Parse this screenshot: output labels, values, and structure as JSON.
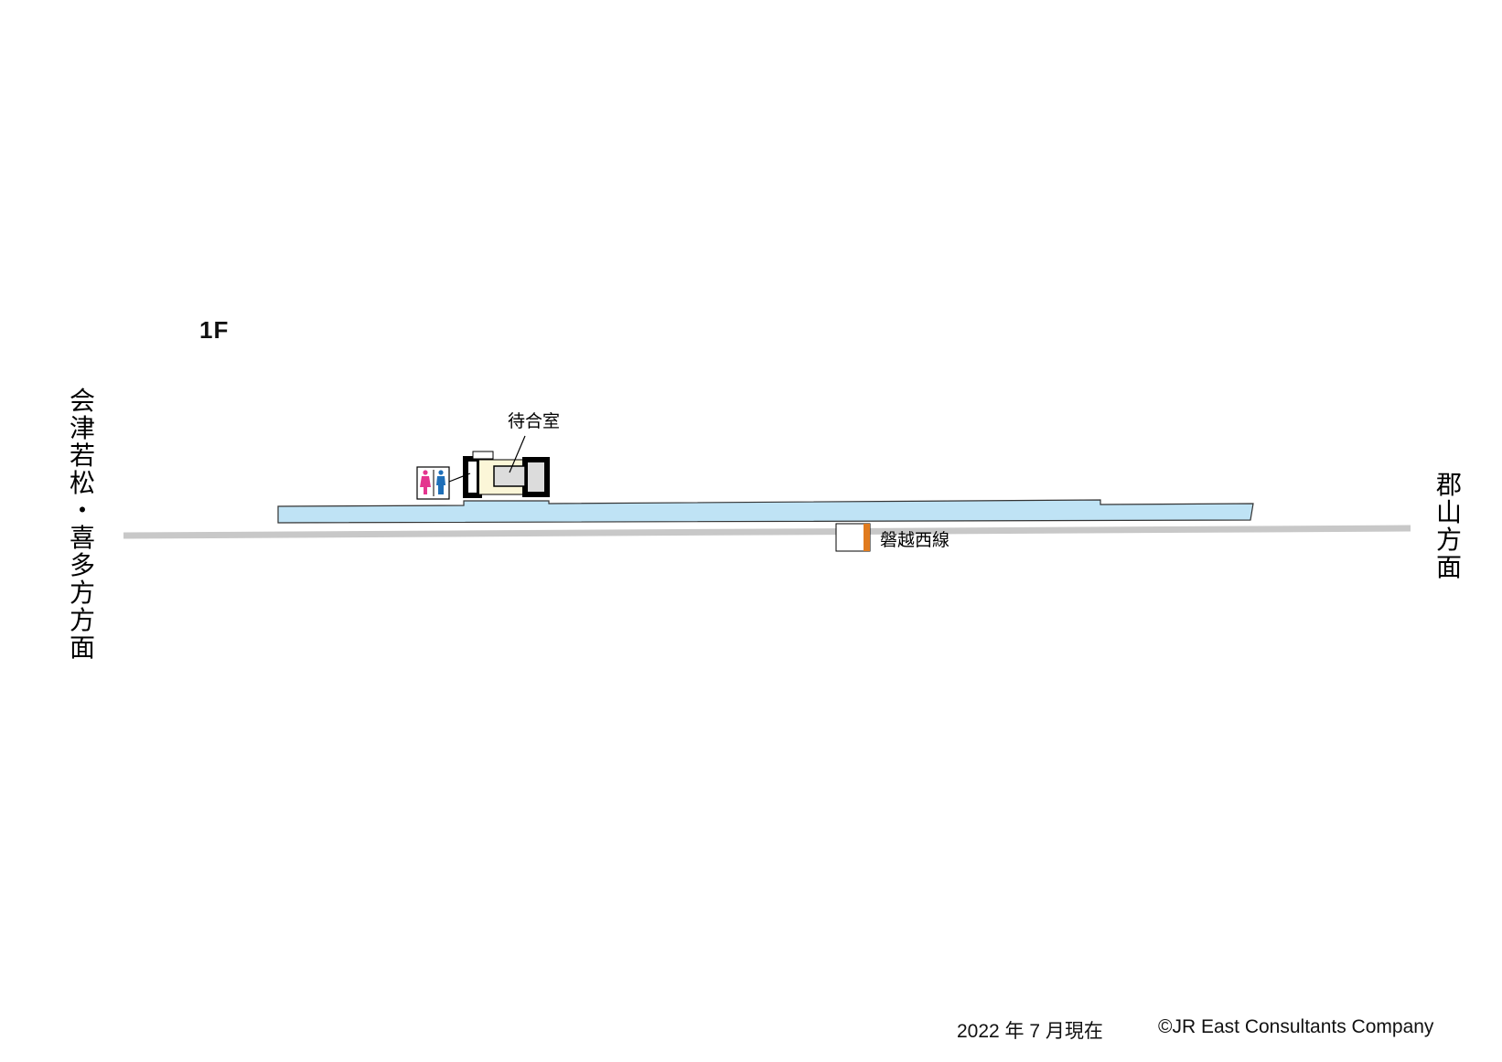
{
  "floor": "1F",
  "directions": {
    "left": [
      "会",
      "津",
      "若",
      "松",
      "・",
      "喜",
      "多",
      "方",
      "方",
      "面"
    ],
    "right": [
      "郡",
      "山",
      "方",
      "面"
    ]
  },
  "labels": {
    "waiting_room": "待合室",
    "line_name": "磐越西線"
  },
  "footer": {
    "date": "2022 年 7 月現在",
    "copyright": "©JR East Consultants Company"
  },
  "colors": {
    "platform": "#bfe3f5",
    "track": "#c8c8c8",
    "line_color": "#e07b1f",
    "toilet_female": "#e4358f",
    "toilet_male": "#1f6fb8",
    "room_fill": "#fbf6d8",
    "waiting_fill": "#dcdcdc"
  },
  "icons": {
    "toilet": "toilet-icon",
    "line_marker": "line-marker-icon"
  }
}
